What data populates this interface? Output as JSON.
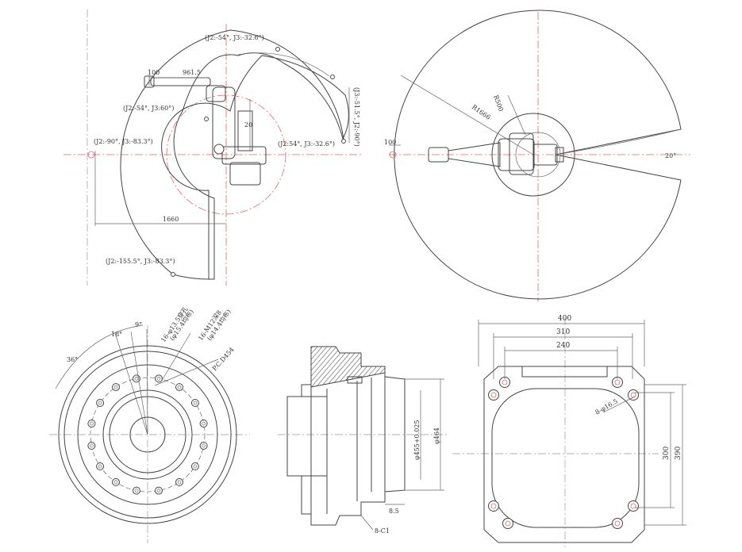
{
  "top_left_view": {
    "joint_labels": {
      "top": "(J2:-54°, J3:-32.6°)",
      "upper_mid": "(J2:-54°, J3:60°)",
      "left": "(J2:-90°, J3:-83.3°)",
      "right": "(J2:54°, J3:-32.6°)",
      "bottom": "(J2:-155.5°, J3:-83.3°)"
    },
    "dims": {
      "arm_100": "100",
      "arm_9615": "961.5",
      "vertical_20": "20",
      "radius_1660": "1660",
      "right_vertical": "(J3:-51.5°, J2:-90°)"
    }
  },
  "top_right_view": {
    "dims": {
      "left_100": "100",
      "r_1666": "R1666",
      "r_500": "R500",
      "angle_20": "20°"
    }
  },
  "bottom_left_view": {
    "dims": {
      "angle_36": "36°",
      "angle_18": "18°",
      "angle_9": "9°",
      "holes_a": "16-φ13.5穿孔",
      "holes_a_sub": "(φ15.4均布)",
      "holes_b": "16-M12深8",
      "holes_b_sub": "(φ14.4均布)",
      "pcd": "P.C.D454"
    }
  },
  "bottom_mid_view": {
    "dims": {
      "d455": "φ455+0.025",
      "d464": "φ464",
      "d85": "8.5",
      "chamfer": "8-C1"
    }
  },
  "bottom_right_view": {
    "dims": {
      "w400": "400",
      "w310": "310",
      "w240": "240",
      "holes": "8-φ16.5",
      "h300": "300",
      "h390": "390"
    }
  }
}
